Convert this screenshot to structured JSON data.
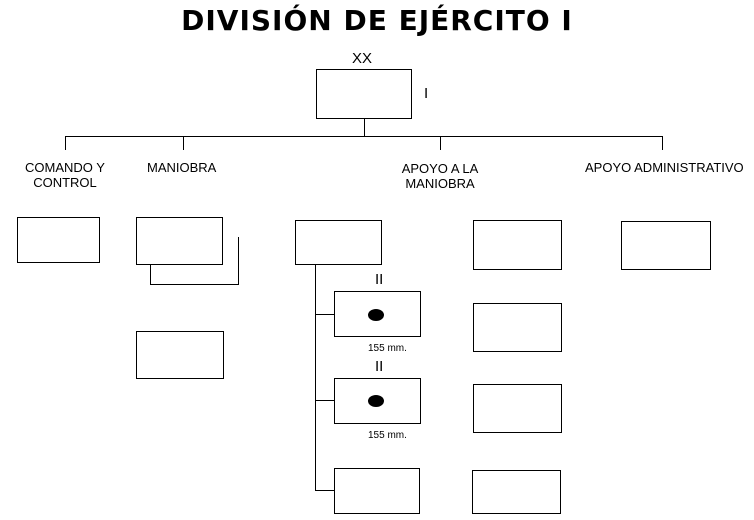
{
  "title": "DIVISIÓN DE EJÉRCITO I",
  "top_unit": {
    "echelon": "XX",
    "designation": "I"
  },
  "branches": {
    "command": {
      "label": "COMANDO Y\nCONTROL"
    },
    "maneuver": {
      "label": "MANIOBRA"
    },
    "maneuver_support": {
      "label": "APOYO A LA\nMANIOBRA"
    },
    "admin_support": {
      "label": "APOYO ADMINISTRATIVO"
    }
  },
  "artillery": [
    {
      "echelon": "II",
      "caliber": "155 mm."
    },
    {
      "echelon": "II",
      "caliber": "155 mm."
    }
  ],
  "colors": {
    "line": "#000000",
    "background": "#ffffff"
  }
}
